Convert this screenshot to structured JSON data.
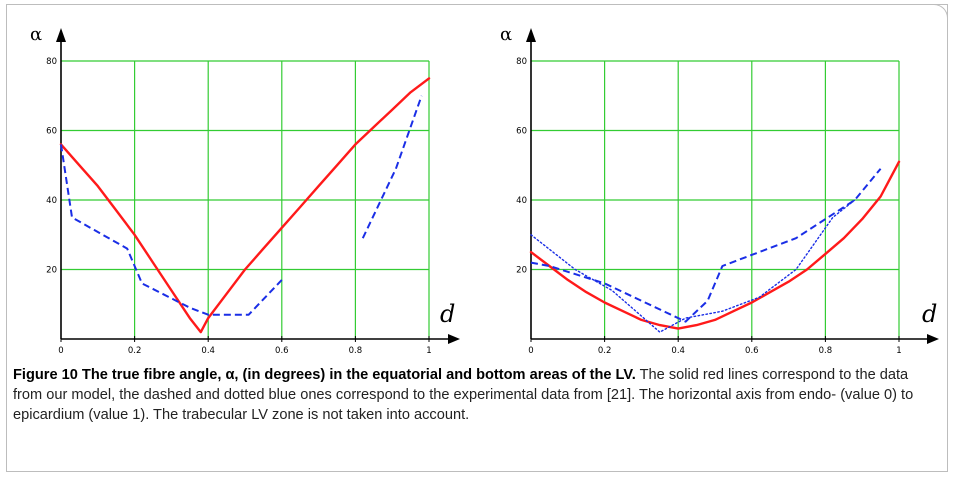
{
  "chart_data": [
    {
      "type": "line",
      "xlabel": "d",
      "ylabel": "α",
      "xlim": [
        0,
        1
      ],
      "ylim": [
        0,
        80
      ],
      "xticks": [
        "0",
        "0.2",
        "0.4",
        "0.6",
        "0.8",
        "1"
      ],
      "yticks": [
        "20",
        "40",
        "60",
        "80"
      ],
      "grid": true,
      "series": [
        {
          "style": "solid",
          "color": "#ff1a1a",
          "x": [
            0,
            0.05,
            0.1,
            0.15,
            0.2,
            0.25,
            0.3,
            0.35,
            0.38,
            0.4,
            0.45,
            0.5,
            0.55,
            0.6,
            0.65,
            0.7,
            0.75,
            0.8,
            0.85,
            0.9,
            0.95,
            1.0
          ],
          "y": [
            56,
            50,
            44,
            37,
            30,
            22,
            14,
            6,
            2,
            6,
            13,
            20,
            26,
            32,
            38,
            44,
            50,
            56,
            61,
            66,
            71,
            75
          ]
        },
        {
          "style": "dashed",
          "color": "#1a2ee6",
          "x": [
            0,
            0.03,
            0.18,
            0.22,
            0.35,
            0.4,
            0.51,
            0.6
          ],
          "y": [
            56,
            35,
            26,
            16,
            9,
            7,
            7,
            17
          ]
        },
        {
          "style": "dashed",
          "color": "#1a2ee6",
          "x": [
            0.82,
            0.91,
            0.98
          ],
          "y": [
            29,
            49,
            70
          ]
        }
      ]
    },
    {
      "type": "line",
      "xlabel": "d",
      "ylabel": "α",
      "xlim": [
        0,
        1
      ],
      "ylim": [
        0,
        80
      ],
      "xticks": [
        "0",
        "0.2",
        "0.4",
        "0.6",
        "0.8",
        "1"
      ],
      "yticks": [
        "20",
        "40",
        "60",
        "80"
      ],
      "grid": true,
      "series": [
        {
          "style": "solid",
          "color": "#ff1a1a",
          "x": [
            0,
            0.05,
            0.1,
            0.15,
            0.2,
            0.25,
            0.3,
            0.35,
            0.4,
            0.45,
            0.5,
            0.55,
            0.6,
            0.65,
            0.7,
            0.75,
            0.8,
            0.85,
            0.9,
            0.95,
            1.0
          ],
          "y": [
            25,
            21,
            17,
            13.5,
            10.5,
            8,
            5.5,
            4,
            3,
            4,
            5.5,
            8,
            10.5,
            13.5,
            16.5,
            20,
            24.5,
            29,
            34.5,
            41,
            51
          ]
        },
        {
          "style": "dashed",
          "color": "#1a2ee6",
          "x": [
            0,
            0.05,
            0.2,
            0.42,
            0.48,
            0.52,
            0.72,
            0.88,
            0.95
          ],
          "y": [
            22,
            21,
            16,
            5,
            11,
            21,
            29,
            40,
            49
          ]
        },
        {
          "style": "dotted",
          "color": "#1a2ee6",
          "x": [
            0,
            0.12,
            0.22,
            0.35,
            0.42,
            0.52,
            0.62,
            0.72,
            0.82,
            0.88
          ],
          "y": [
            30,
            20,
            14,
            2,
            6,
            8,
            12,
            20,
            35,
            40
          ]
        }
      ]
    }
  ],
  "caption": {
    "title": "Figure 10 The true fibre angle, α, (in degrees) in the equatorial and bottom areas of the LV.",
    "body": " The solid red lines correspond to the data from our model, the dashed and dotted blue ones correspond to the experimental data from [21]. The horizontal axis from endo- (value 0) to epicardium (value 1). The trabecular LV zone is not taken into account."
  }
}
